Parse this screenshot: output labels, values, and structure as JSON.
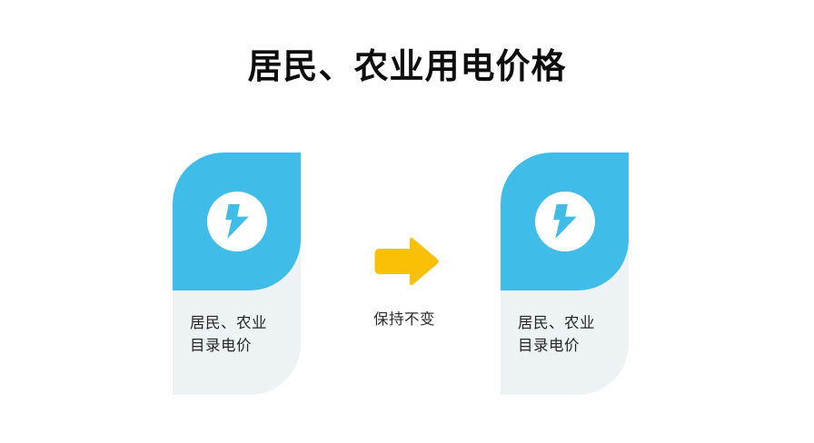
{
  "slide": {
    "title": "居民、农业用电价格",
    "background_color": "#FFFFFF"
  },
  "theme": {
    "accent_blue": "#3FBCE8",
    "card_body_gray": "#EDF3F5",
    "arrow_yellow": "#FAC005",
    "title_color": "#0D0D0D",
    "body_text_color": "#262626"
  },
  "diagram": {
    "type": "before-after-flow",
    "cards": [
      {
        "id": "before",
        "icon": "lightning-bolt-icon",
        "label_line1": "居民、农业",
        "label_line2": "目录电价",
        "header_color": "#3FBCE8",
        "body_color": "#EDF3F5"
      },
      {
        "id": "after",
        "icon": "lightning-bolt-icon",
        "label_line1": "居民、农业",
        "label_line2": "目录电价",
        "header_color": "#3FBCE8",
        "body_color": "#EDF3F5"
      }
    ],
    "connector": {
      "icon": "right-arrow-icon",
      "color": "#FAC005",
      "label": "保持不变"
    }
  }
}
